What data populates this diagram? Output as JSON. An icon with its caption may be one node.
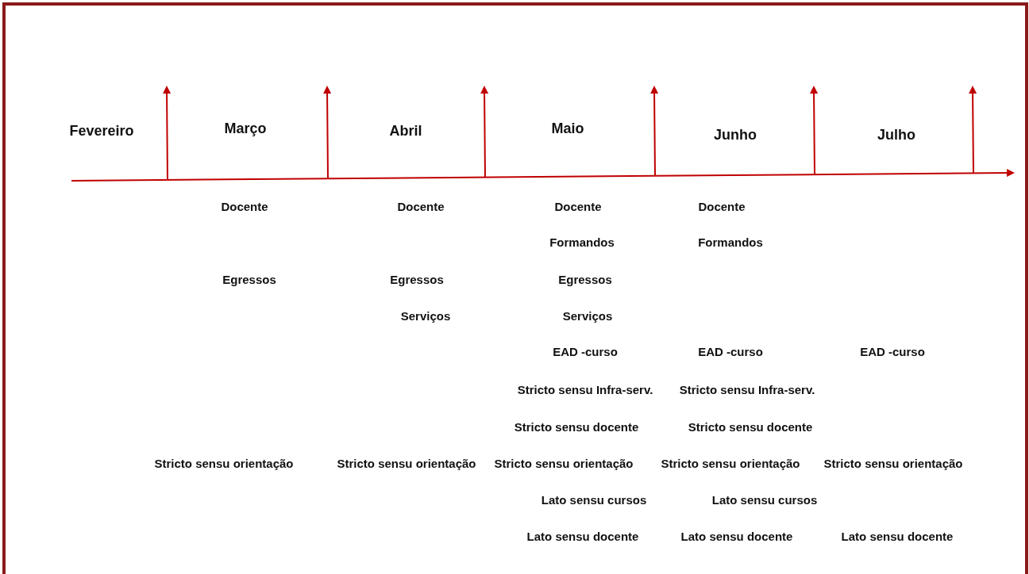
{
  "diagram": {
    "labels": [
      "Fevereiro",
      "Março",
      "Abril",
      "Maio",
      "Junho",
      "Julho",
      "Docente",
      "Docente",
      "Docente",
      "Docente",
      "Formandos",
      "Formandos",
      "Egressos",
      "Egressos",
      "Egressos",
      "Serviços",
      "Serviços",
      "EAD -curso",
      "EAD -curso",
      "EAD -curso",
      "Stricto sensu Infra-serv.",
      "Stricto sensu Infra-serv.",
      "Stricto sensu docente",
      "Stricto sensu docente",
      "Stricto sensu orientação",
      "Stricto sensu orientação",
      "Stricto sensu orientação",
      "Stricto sensu orientação",
      "Stricto sensu orientação",
      "Lato sensu cursos",
      "Lato sensu cursos",
      "Lato sensu docente",
      "Lato sensu docente",
      "Lato sensu docente"
    ]
  }
}
